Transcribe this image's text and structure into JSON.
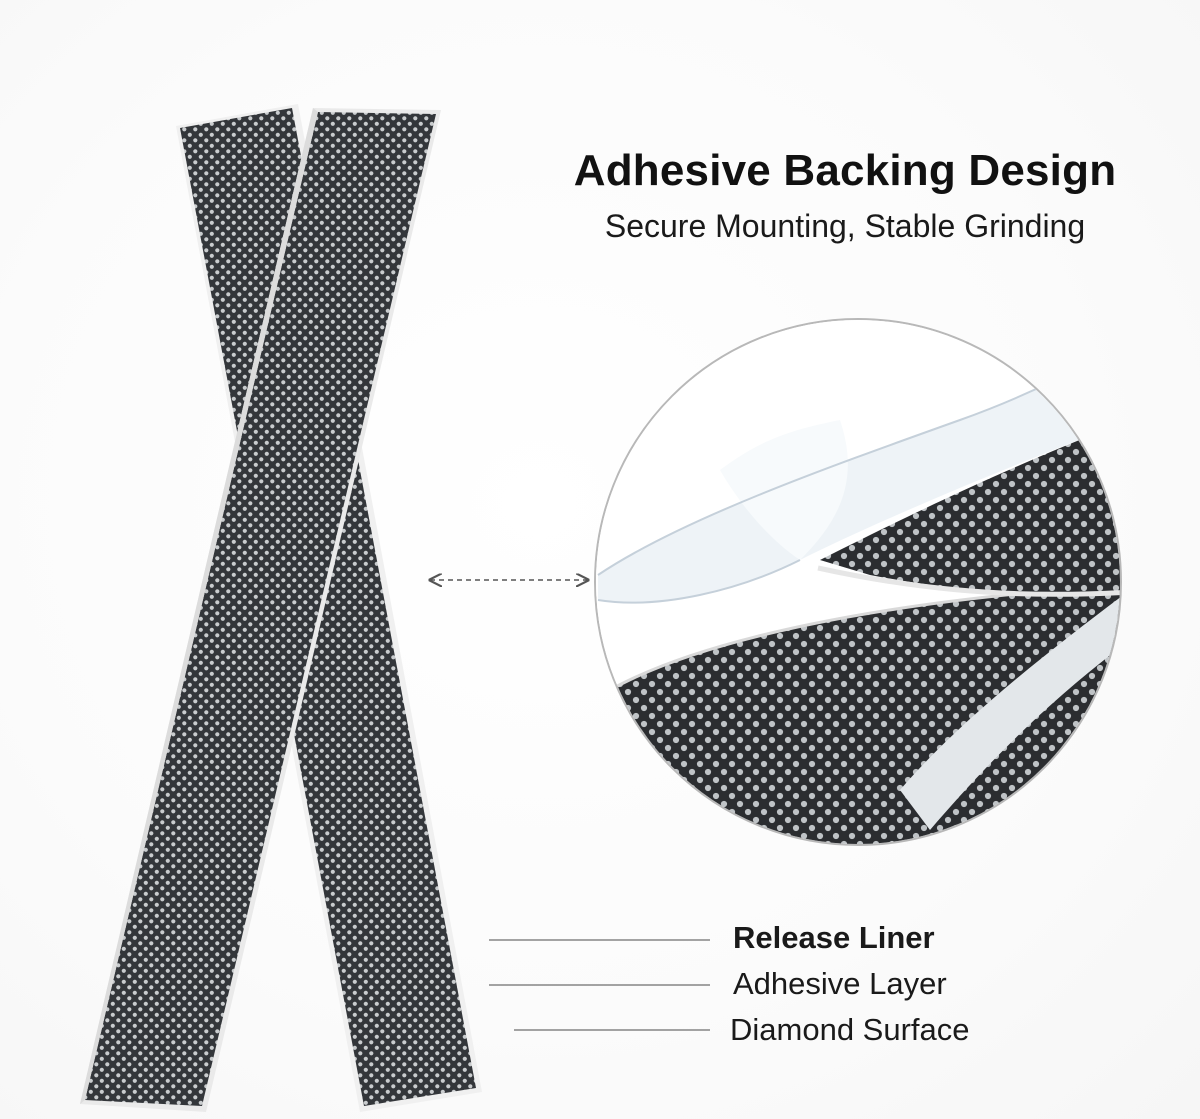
{
  "headline": "Adhesive Backing Design",
  "subheadline": "Secure Mounting, Stable Grinding",
  "layer_labels": {
    "release_liner": "Release Liner",
    "adhesive_layer": "Adhesive Layer",
    "diamond_surface": "Diamond Surface"
  },
  "colors": {
    "strip_base": "#3a3d40",
    "strip_edge": "#e8e8e8",
    "dot": "#c9ccce",
    "liner": "#eef3f7",
    "liner_shadow": "#c5d0da",
    "leader_line": "#6e6e6e",
    "circle_border": "#b8b8b8"
  }
}
